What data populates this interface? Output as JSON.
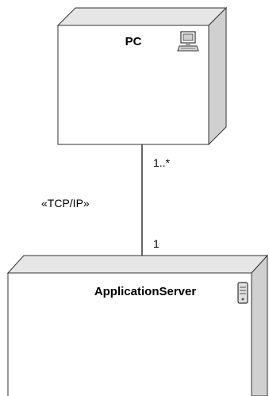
{
  "diagram": {
    "type": "UML deployment diagram",
    "nodes": [
      {
        "name": "PC",
        "icon": "computer-icon"
      },
      {
        "name": "ApplicationServer",
        "icon": "server-tower-icon"
      }
    ],
    "association": {
      "stereotype": "«TCP/IP»",
      "multiplicity_top": "1..*",
      "multiplicity_bottom": "1"
    }
  },
  "colors": {
    "node_face": "#ffffff",
    "node_top": "#e6e6e6",
    "node_side": "#d0d0d0",
    "outline": "#333333"
  }
}
